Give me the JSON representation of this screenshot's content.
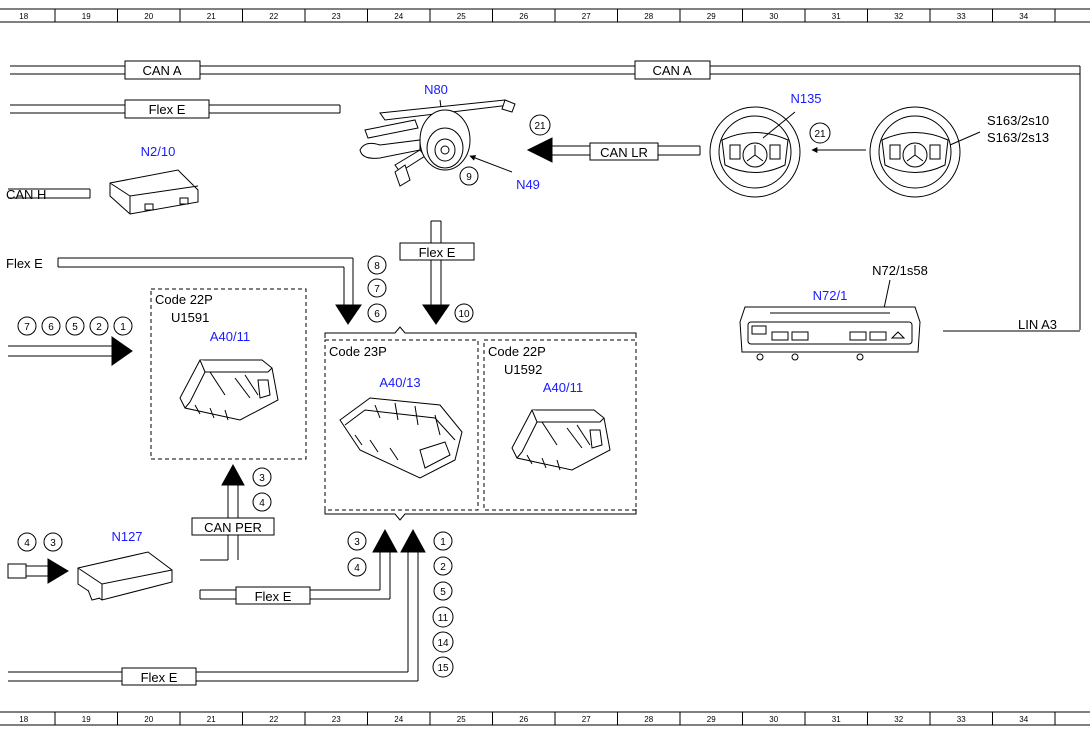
{
  "ruler": [
    "18",
    "19",
    "20",
    "21",
    "22",
    "23",
    "24",
    "25",
    "26",
    "27",
    "28",
    "29",
    "30",
    "31",
    "32",
    "33",
    "34"
  ],
  "buses": {
    "can_a_1": "CAN A",
    "can_a_2": "CAN A",
    "flex_e_top": "Flex E",
    "can_h": "CAN H",
    "can_lr": "CAN LR",
    "flex_e_mid": "Flex E",
    "flex_e_center": "Flex E",
    "can_per": "CAN PER",
    "flex_e_low": "Flex E",
    "flex_e_bottom": "Flex E",
    "lin_a3": "LIN A3"
  },
  "components": {
    "n80": "N80",
    "n49": "N49",
    "n135": "N135",
    "n2_10": "N2/10",
    "s163_a": "S163/2s10",
    "s163_b": "S163/2s13",
    "n72_1": "N72/1",
    "n72_1s58": "N72/1s58",
    "n127": "N127"
  },
  "boxes": {
    "left": {
      "code": "Code 22P",
      "sub": "U1591",
      "part": "A40/11"
    },
    "center": {
      "code": "Code 23P",
      "part": "A40/13"
    },
    "right": {
      "code": "Code 22P",
      "sub": "U1592",
      "part": "A40/11"
    }
  },
  "markers": {
    "m21a": "21",
    "m21b": "21",
    "m9": "9",
    "m8": "8",
    "m7": "7",
    "m6": "6",
    "m10": "10",
    "l7": "7",
    "l6": "6",
    "l5": "5",
    "l2": "2",
    "l1": "1",
    "p3": "3",
    "p4": "4",
    "n4": "4",
    "n3": "3",
    "b3": "3",
    "b4": "4",
    "r1": "1",
    "r2": "2",
    "r5": "5",
    "r11": "11",
    "r14": "14",
    "r15": "15"
  },
  "colors": {
    "line": "#000000",
    "component_label": "#1a1aff"
  }
}
